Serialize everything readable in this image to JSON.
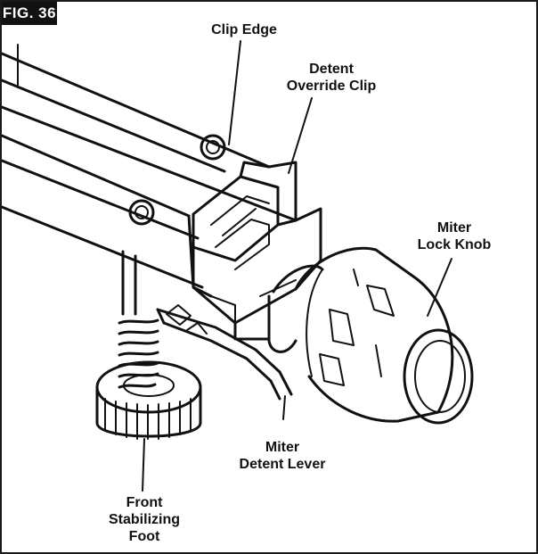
{
  "figure": {
    "number": "FIG. 36"
  },
  "labels": {
    "clip_edge": [
      "Clip Edge"
    ],
    "detent_override_clip": [
      "Detent",
      "Override Clip"
    ],
    "miter_lock_knob": [
      "Miter",
      "Lock Knob"
    ],
    "miter_detent_lever": [
      "Miter",
      "Detent Lever"
    ],
    "front_stabilizing_foot": [
      "Front",
      "Stabilizing",
      "Foot"
    ]
  },
  "colors": {
    "ink": "#111111",
    "background": "#ffffff",
    "shade": "#d9d9d9"
  }
}
